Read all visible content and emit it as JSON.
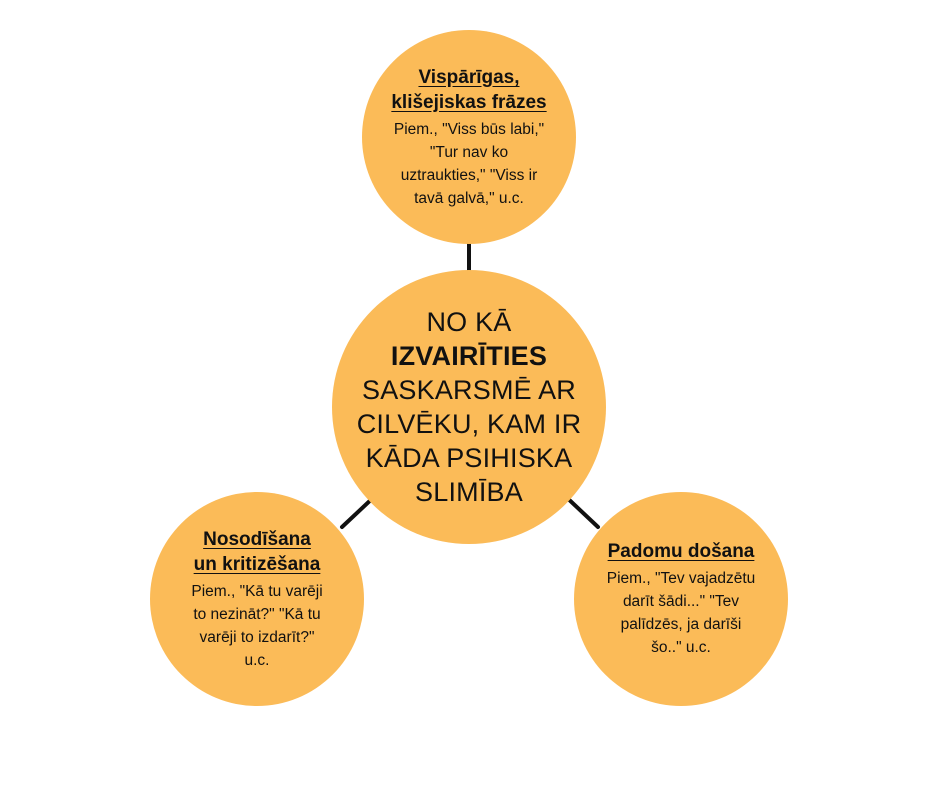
{
  "colors": {
    "circle_fill": "#fbbb58",
    "connector": "#111111",
    "text": "#111111",
    "background": "#ffffff"
  },
  "center": {
    "lines": [
      "NO KĀ",
      "IZVAIRĪTIES",
      "SASKARSMĒ AR",
      "CILVĒKU, KAM IR",
      "KĀDA PSIHISKA",
      "SLIMĪBA"
    ]
  },
  "nodes": {
    "top": {
      "title_lines": [
        "Vispārīgas,",
        "klišejiskas frāzes"
      ],
      "body_lines": [
        "Piem., \"Viss būs labi,\"",
        "\"Tur nav ko",
        "uztraukties,\" \"Viss ir",
        "tavā galvā,\" u.c."
      ]
    },
    "left": {
      "title_lines": [
        "Nosodīšana",
        "un kritizēšana"
      ],
      "body_lines": [
        "Piem., \"Kā tu varēji",
        "to nezināt?\" \"Kā tu",
        "varēji to izdarīt?\"",
        "u.c."
      ]
    },
    "right": {
      "title_lines": [
        "Padomu došana"
      ],
      "body_lines": [
        "Piem., \"Tev vajadzētu",
        "darīt šādi...\" \"Tev",
        "palīdzēs, ja darīši",
        "šo..\" u.c."
      ]
    }
  }
}
